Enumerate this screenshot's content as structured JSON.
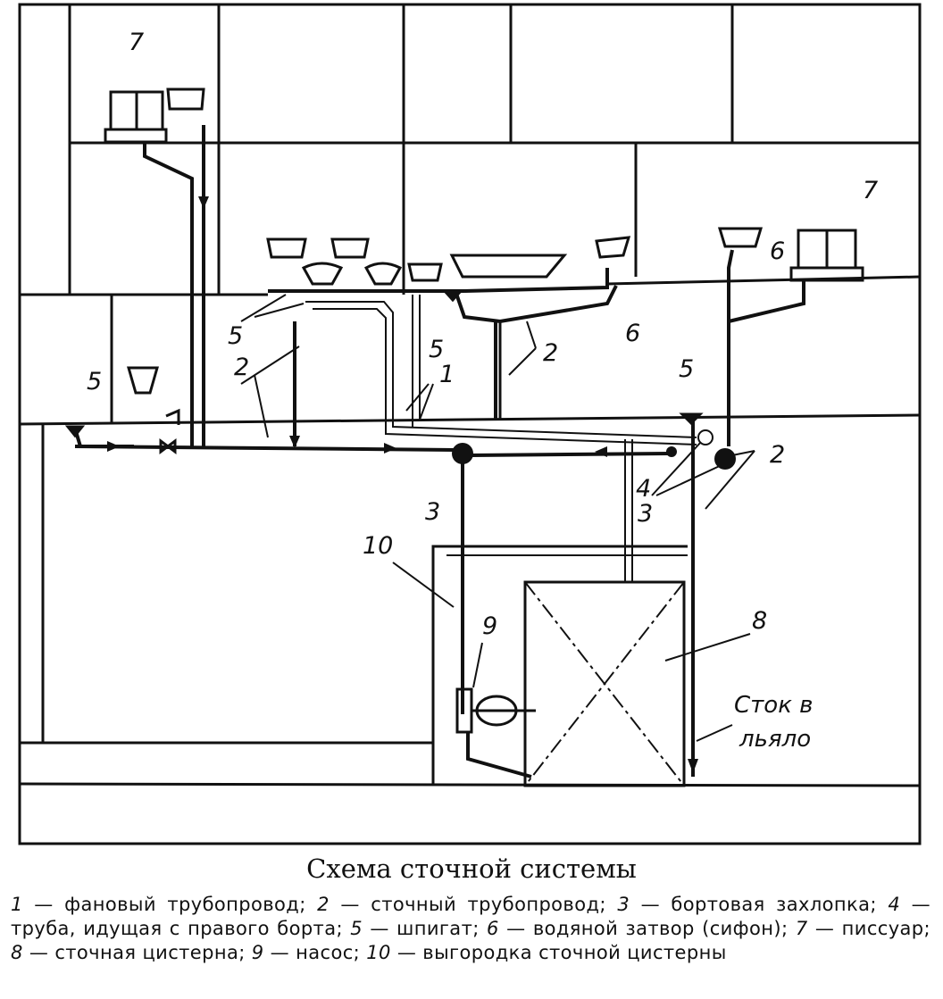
{
  "diagram": {
    "title": "Схема сточной системы",
    "labels": {
      "n1": "1",
      "n2": "2",
      "n3": "3",
      "n4": "4",
      "n5": "5",
      "n6": "6",
      "n7": "7",
      "n8": "8",
      "n9": "9",
      "n10": "10",
      "outlet_line1": "Сток в",
      "outlet_line2": "льяло"
    },
    "legend": [
      {
        "num": "1",
        "text": "— фановый трубопровод;"
      },
      {
        "num": "2",
        "text": "— сточный трубопровод;"
      },
      {
        "num": "3",
        "text": "— бортовая захлопка;"
      },
      {
        "num": "4",
        "text": "— труба, идущая с правого борта;"
      },
      {
        "num": "5",
        "text": "— шпигат;"
      },
      {
        "num": "6",
        "text": "— водяной затвор (сифон);"
      },
      {
        "num": "7",
        "text": "— писсуар;"
      },
      {
        "num": "8",
        "text": "— сточная цистерна;"
      },
      {
        "num": "9",
        "text": "— насос;"
      },
      {
        "num": "10",
        "text": "— выгородка сточной цистерны"
      }
    ]
  }
}
